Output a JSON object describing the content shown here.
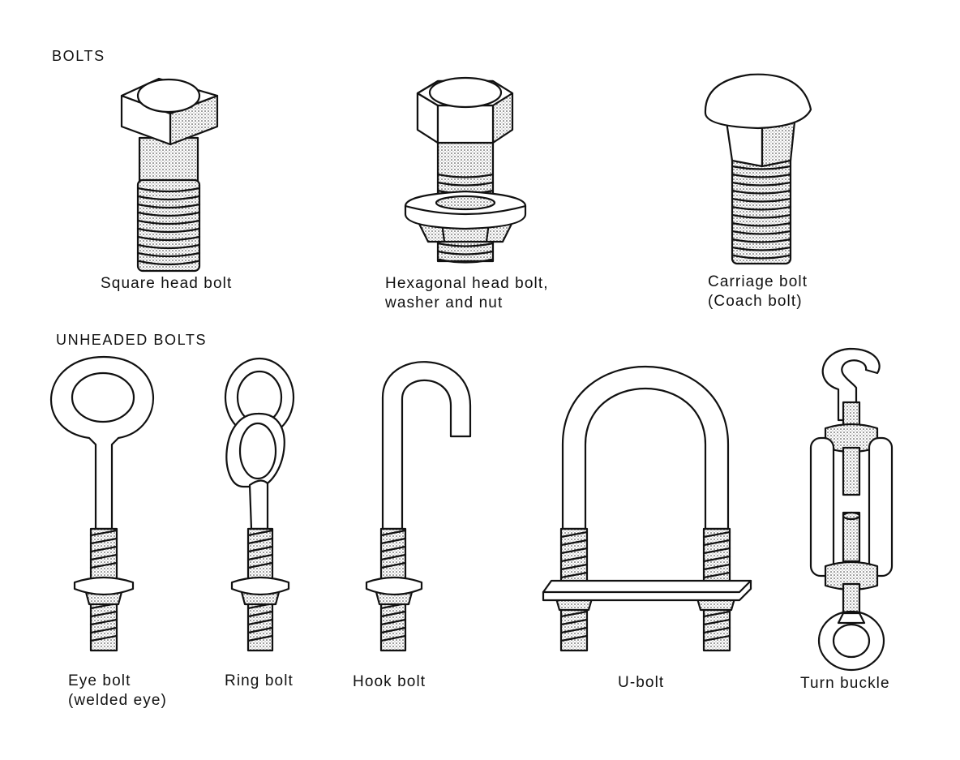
{
  "sections": {
    "bolts_heading": "BOLTS",
    "unheaded_heading": "UNHEADED BOLTS"
  },
  "bolts": {
    "square": {
      "label": "Square head bolt"
    },
    "hexagonal": {
      "label_line1": "Hexagonal head bolt,",
      "label_line2": "washer and nut"
    },
    "carriage": {
      "label_line1": "Carriage bolt",
      "label_line2": "(Coach bolt)"
    }
  },
  "unheaded": {
    "eye": {
      "label_line1": "Eye bolt",
      "label_line2": "(welded eye)"
    },
    "ring": {
      "label": "Ring bolt"
    },
    "hook": {
      "label": "Hook bolt"
    },
    "u": {
      "label": "U-bolt"
    },
    "turnbuckle": {
      "label": "Turn buckle"
    }
  }
}
